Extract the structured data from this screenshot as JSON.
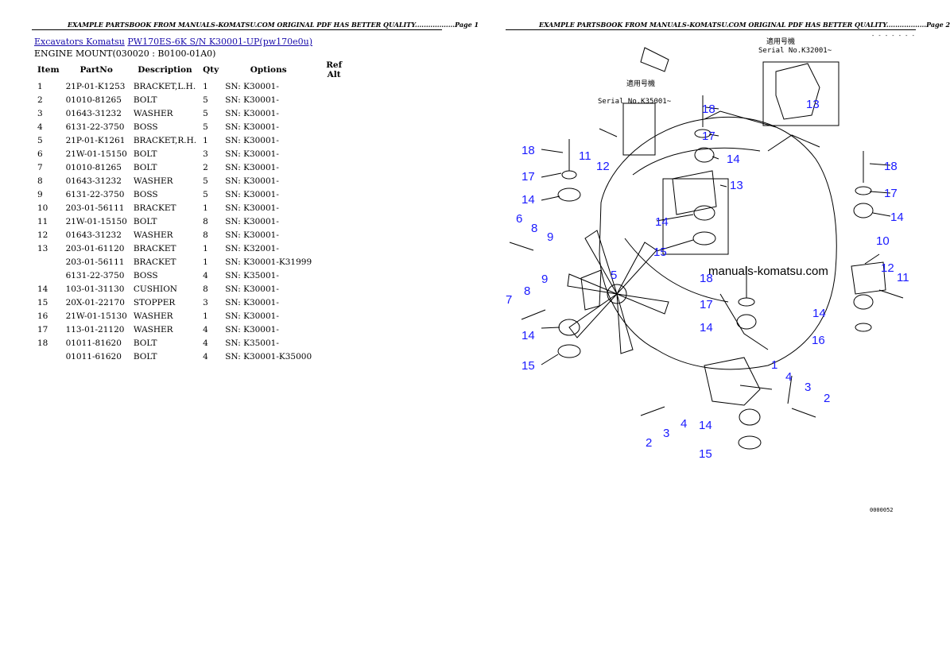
{
  "header": {
    "page1": "EXAMPLE PARTSBOOK FROM MANUALS-KOMATSU.COM ORIGINAL PDF HAS BETTER QUALITY..................Page 1",
    "page2": "EXAMPLE PARTSBOOK FROM MANUALS-KOMATSU.COM ORIGINAL PDF HAS BETTER QUALITY..................Page 2"
  },
  "breadcrumb": {
    "link1": "Excavators Komatsu",
    "link2": "PW170ES-6K S/N K30001-UP(pw170e0u)"
  },
  "subtitle": "ENGINE MOUNT(030020 : B0100-01A0)",
  "table": {
    "headers": [
      "Item",
      "PartNo",
      "Description",
      "Qty",
      "Options",
      "Ref Alt"
    ],
    "rows": [
      [
        "1",
        "21P-01-K1253",
        "BRACKET,L.H.",
        "1",
        "SN: K30001-",
        ""
      ],
      [
        "2",
        "01010-81265",
        "BOLT",
        "5",
        "SN: K30001-",
        ""
      ],
      [
        "3",
        "01643-31232",
        "WASHER",
        "5",
        "SN: K30001-",
        ""
      ],
      [
        "4",
        "6131-22-3750",
        "BOSS",
        "5",
        "SN: K30001-",
        ""
      ],
      [
        "5",
        "21P-01-K1261",
        "BRACKET,R.H.",
        "1",
        "SN: K30001-",
        ""
      ],
      [
        "6",
        "21W-01-15150",
        "BOLT",
        "3",
        "SN: K30001-",
        ""
      ],
      [
        "7",
        "01010-81265",
        "BOLT",
        "2",
        "SN: K30001-",
        ""
      ],
      [
        "8",
        "01643-31232",
        "WASHER",
        "5",
        "SN: K30001-",
        ""
      ],
      [
        "9",
        "6131-22-3750",
        "BOSS",
        "5",
        "SN: K30001-",
        ""
      ],
      [
        "10",
        "203-01-56111",
        "BRACKET",
        "1",
        "SN: K30001-",
        ""
      ],
      [
        "11",
        "21W-01-15150",
        "BOLT",
        "8",
        "SN: K30001-",
        ""
      ],
      [
        "12",
        "01643-31232",
        "WASHER",
        "8",
        "SN: K30001-",
        ""
      ],
      [
        "13",
        "203-01-61120",
        "BRACKET",
        "1",
        "SN: K32001-",
        ""
      ],
      [
        "",
        "203-01-56111",
        "BRACKET",
        "1",
        "SN: K30001-K31999",
        ""
      ],
      [
        "",
        "6131-22-3750",
        "BOSS",
        "4",
        "SN: K35001-",
        ""
      ],
      [
        "14",
        "103-01-31130",
        "CUSHION",
        "8",
        "SN: K30001-",
        ""
      ],
      [
        "15",
        "20X-01-22170",
        "STOPPER",
        "3",
        "SN: K30001-",
        ""
      ],
      [
        "16",
        "21W-01-15130",
        "WASHER",
        "1",
        "SN: K30001-",
        ""
      ],
      [
        "17",
        "113-01-21120",
        "WASHER",
        "4",
        "SN: K30001-",
        ""
      ],
      [
        "18",
        "01011-81620",
        "BOLT",
        "4",
        "SN: K35001-",
        ""
      ],
      [
        "",
        "01011-61620",
        "BOLT",
        "4",
        "SN: K30001-K35000",
        ""
      ]
    ]
  },
  "diagram": {
    "watermark": "manuals-komatsu.com",
    "serial_note_1": "Serial No.K35001~",
    "serial_note_2": "Serial No.K32001~",
    "jp_note": "適用号機",
    "page_code": "0000052",
    "top_code": "- - - - - - -",
    "callouts": [
      "18",
      "11",
      "12",
      "17",
      "14",
      "6",
      "8",
      "9",
      "7",
      "8",
      "9",
      "14",
      "15",
      "5",
      "18",
      "17",
      "14",
      "13",
      "14",
      "15",
      "13",
      "18",
      "17",
      "14",
      "10",
      "12",
      "11",
      "14",
      "16",
      "18",
      "17",
      "14",
      "1",
      "4",
      "3",
      "2",
      "2",
      "3",
      "4",
      "14",
      "15"
    ]
  }
}
